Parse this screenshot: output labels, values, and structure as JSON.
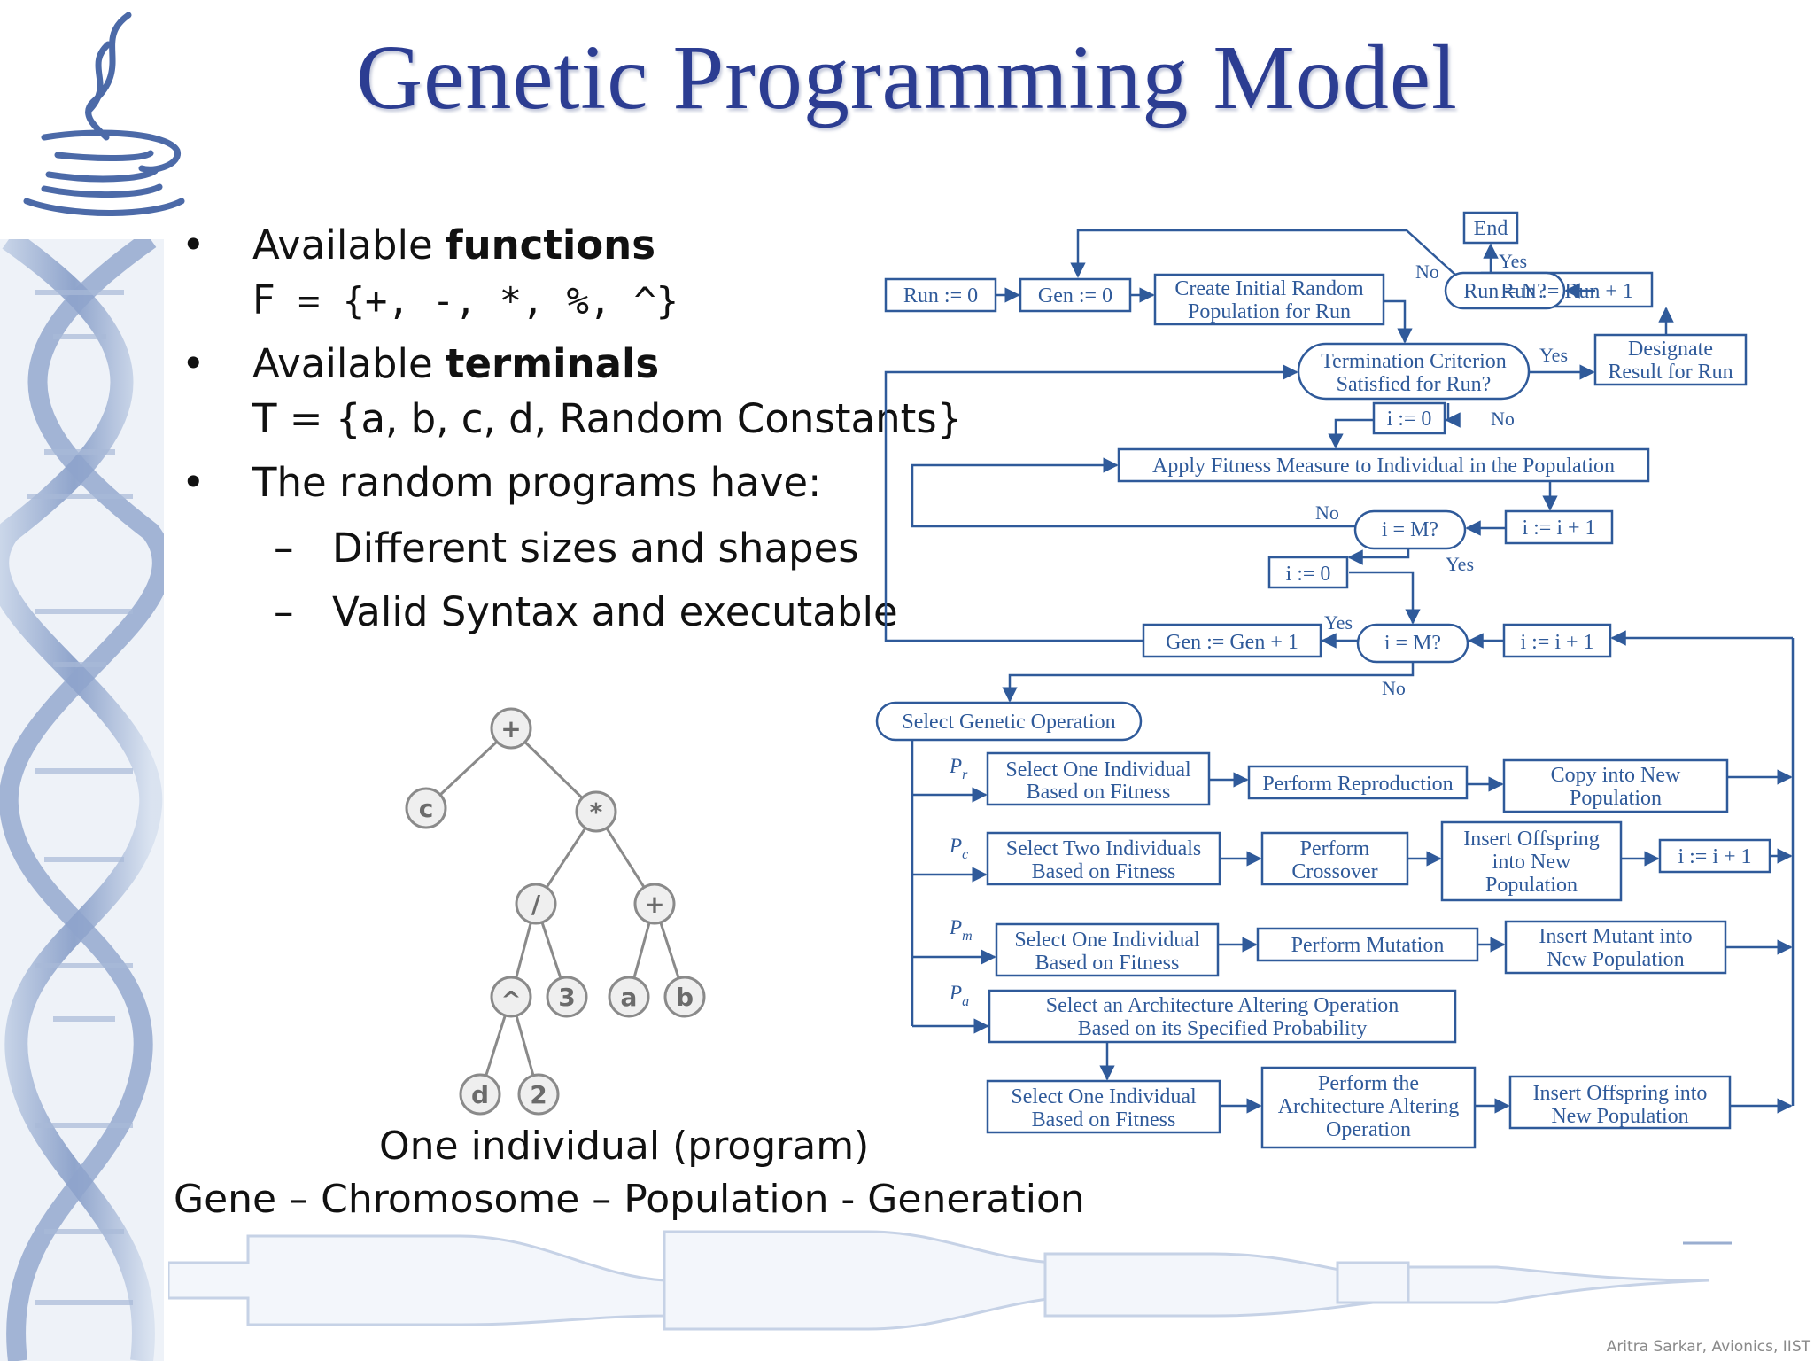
{
  "title": "Genetic Programming Model",
  "bullets": [
    {
      "prefix": "Available ",
      "bold": "functions",
      "formula_lead": "F",
      "formula": " = {+,  -,  *,  %,  ^}"
    },
    {
      "prefix": "Available ",
      "bold": "terminals",
      "formula_lead": "T",
      "formula": " = {a, b, c, d, Random Constants}"
    },
    {
      "text": "The random programs have:"
    }
  ],
  "sub_bullets": [
    "Different sizes and shapes",
    "Valid Syntax and executable"
  ],
  "tree": {
    "nodes": [
      "+",
      "c",
      "*",
      "/",
      "+",
      "^",
      "3",
      "a",
      "b",
      "d",
      "2"
    ]
  },
  "captions": {
    "individual": "One individual (program)",
    "chain": "Gene – Chromosome – Population - Generation"
  },
  "footer": "Aritra Sarkar, Avionics, IIST",
  "flowchart": {
    "end": "End",
    "run0": "Run := 0",
    "gen0": "Gen := 0",
    "create1": "Create Initial Random",
    "create2": "Population for Run",
    "runN": "Run = N?",
    "runInc": "Run := Run + 1",
    "term1": "Termination Criterion",
    "term2": "Satisfied for Run?",
    "desig1": "Designate",
    "desig2": "Result for Run",
    "i0a": "i := 0",
    "apply": "Apply Fitness Measure to Individual in the Population",
    "iM1": "i = M?",
    "iInc1": "i := i + 1",
    "i0b": "i := 0",
    "genInc": "Gen := Gen + 1",
    "iM2": "i = M?",
    "iInc2": "i := i + 1",
    "select_op": "Select Genetic Operation",
    "pr": "P",
    "pr_sub": "r",
    "pc": "P",
    "pc_sub": "c",
    "pm": "P",
    "pm_sub": "m",
    "pa": "P",
    "pa_sub": "a",
    "sel1a": "Select One Individual",
    "sel1b": "Based on Fitness",
    "reproduce": "Perform Reproduction",
    "copy1": "Copy into New",
    "copy2": "Population",
    "sel2a": "Select Two Individuals",
    "sel2b": "Based on Fitness",
    "cross1": "Perform",
    "cross2": "Crossover",
    "insoff1": "Insert  Offspring",
    "insoff2": "into New",
    "insoff3": "Population",
    "iInc3": "i := i + 1",
    "sel3a": "Select One Individual",
    "sel3b": "Based on Fitness",
    "mutate": "Perform Mutation",
    "insmut1": "Insert Mutant into",
    "insmut2": "New Population",
    "arch1": "Select an Architecture Altering Operation",
    "arch2": "Based on its Specified Probability",
    "sel4a": "Select One Individual",
    "sel4b": "Based on Fitness",
    "perfarch1": "Perform the",
    "perfarch2": "Architecture Altering",
    "perfarch3": "Operation",
    "insarch1": "Insert  Offspring into",
    "insarch2": "New Population",
    "yes": "Yes",
    "no": "No"
  }
}
